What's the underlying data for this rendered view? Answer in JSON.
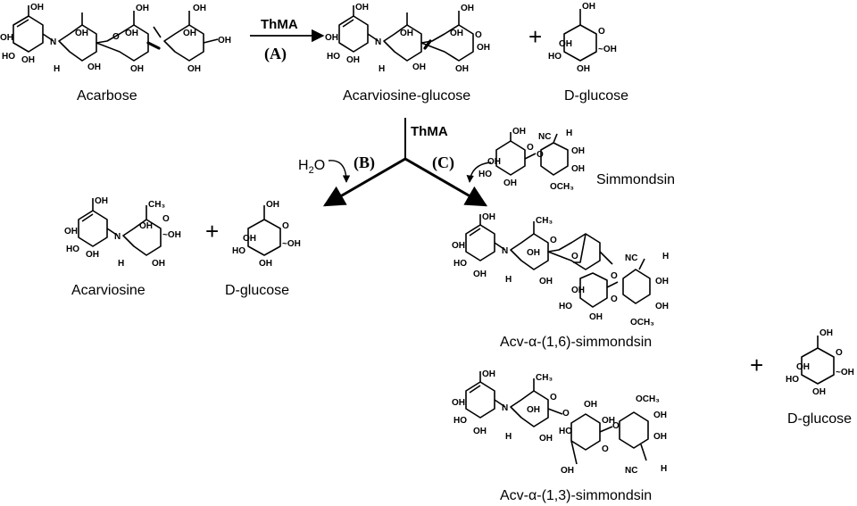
{
  "labels": {
    "acarbose": "Acarbose",
    "acarviosine_glucose": "Acarviosine-glucose",
    "d_glucose_top": "D-glucose",
    "acarviosine": "Acarviosine",
    "d_glucose_left": "D-glucose",
    "simmondsin": "Simmondsin",
    "acv_16": "Acv-α-(1,6)-simmondsin",
    "acv_13": "Acv-α-(1,3)-simmondsin",
    "d_glucose_right": "D-glucose"
  },
  "enzymes": {
    "top": "ThMA",
    "middle": "ThMA"
  },
  "steps": {
    "a": "(A)",
    "b": "(B)",
    "c": "(C)"
  },
  "reagents": {
    "water": "H2O"
  },
  "plus": "+",
  "groups": {
    "oh": "OH",
    "ho": "HO",
    "n": "N",
    "h": "H",
    "ch3": "CH₃",
    "och3": "OCH₃",
    "nc": "NC",
    "o": "O"
  }
}
